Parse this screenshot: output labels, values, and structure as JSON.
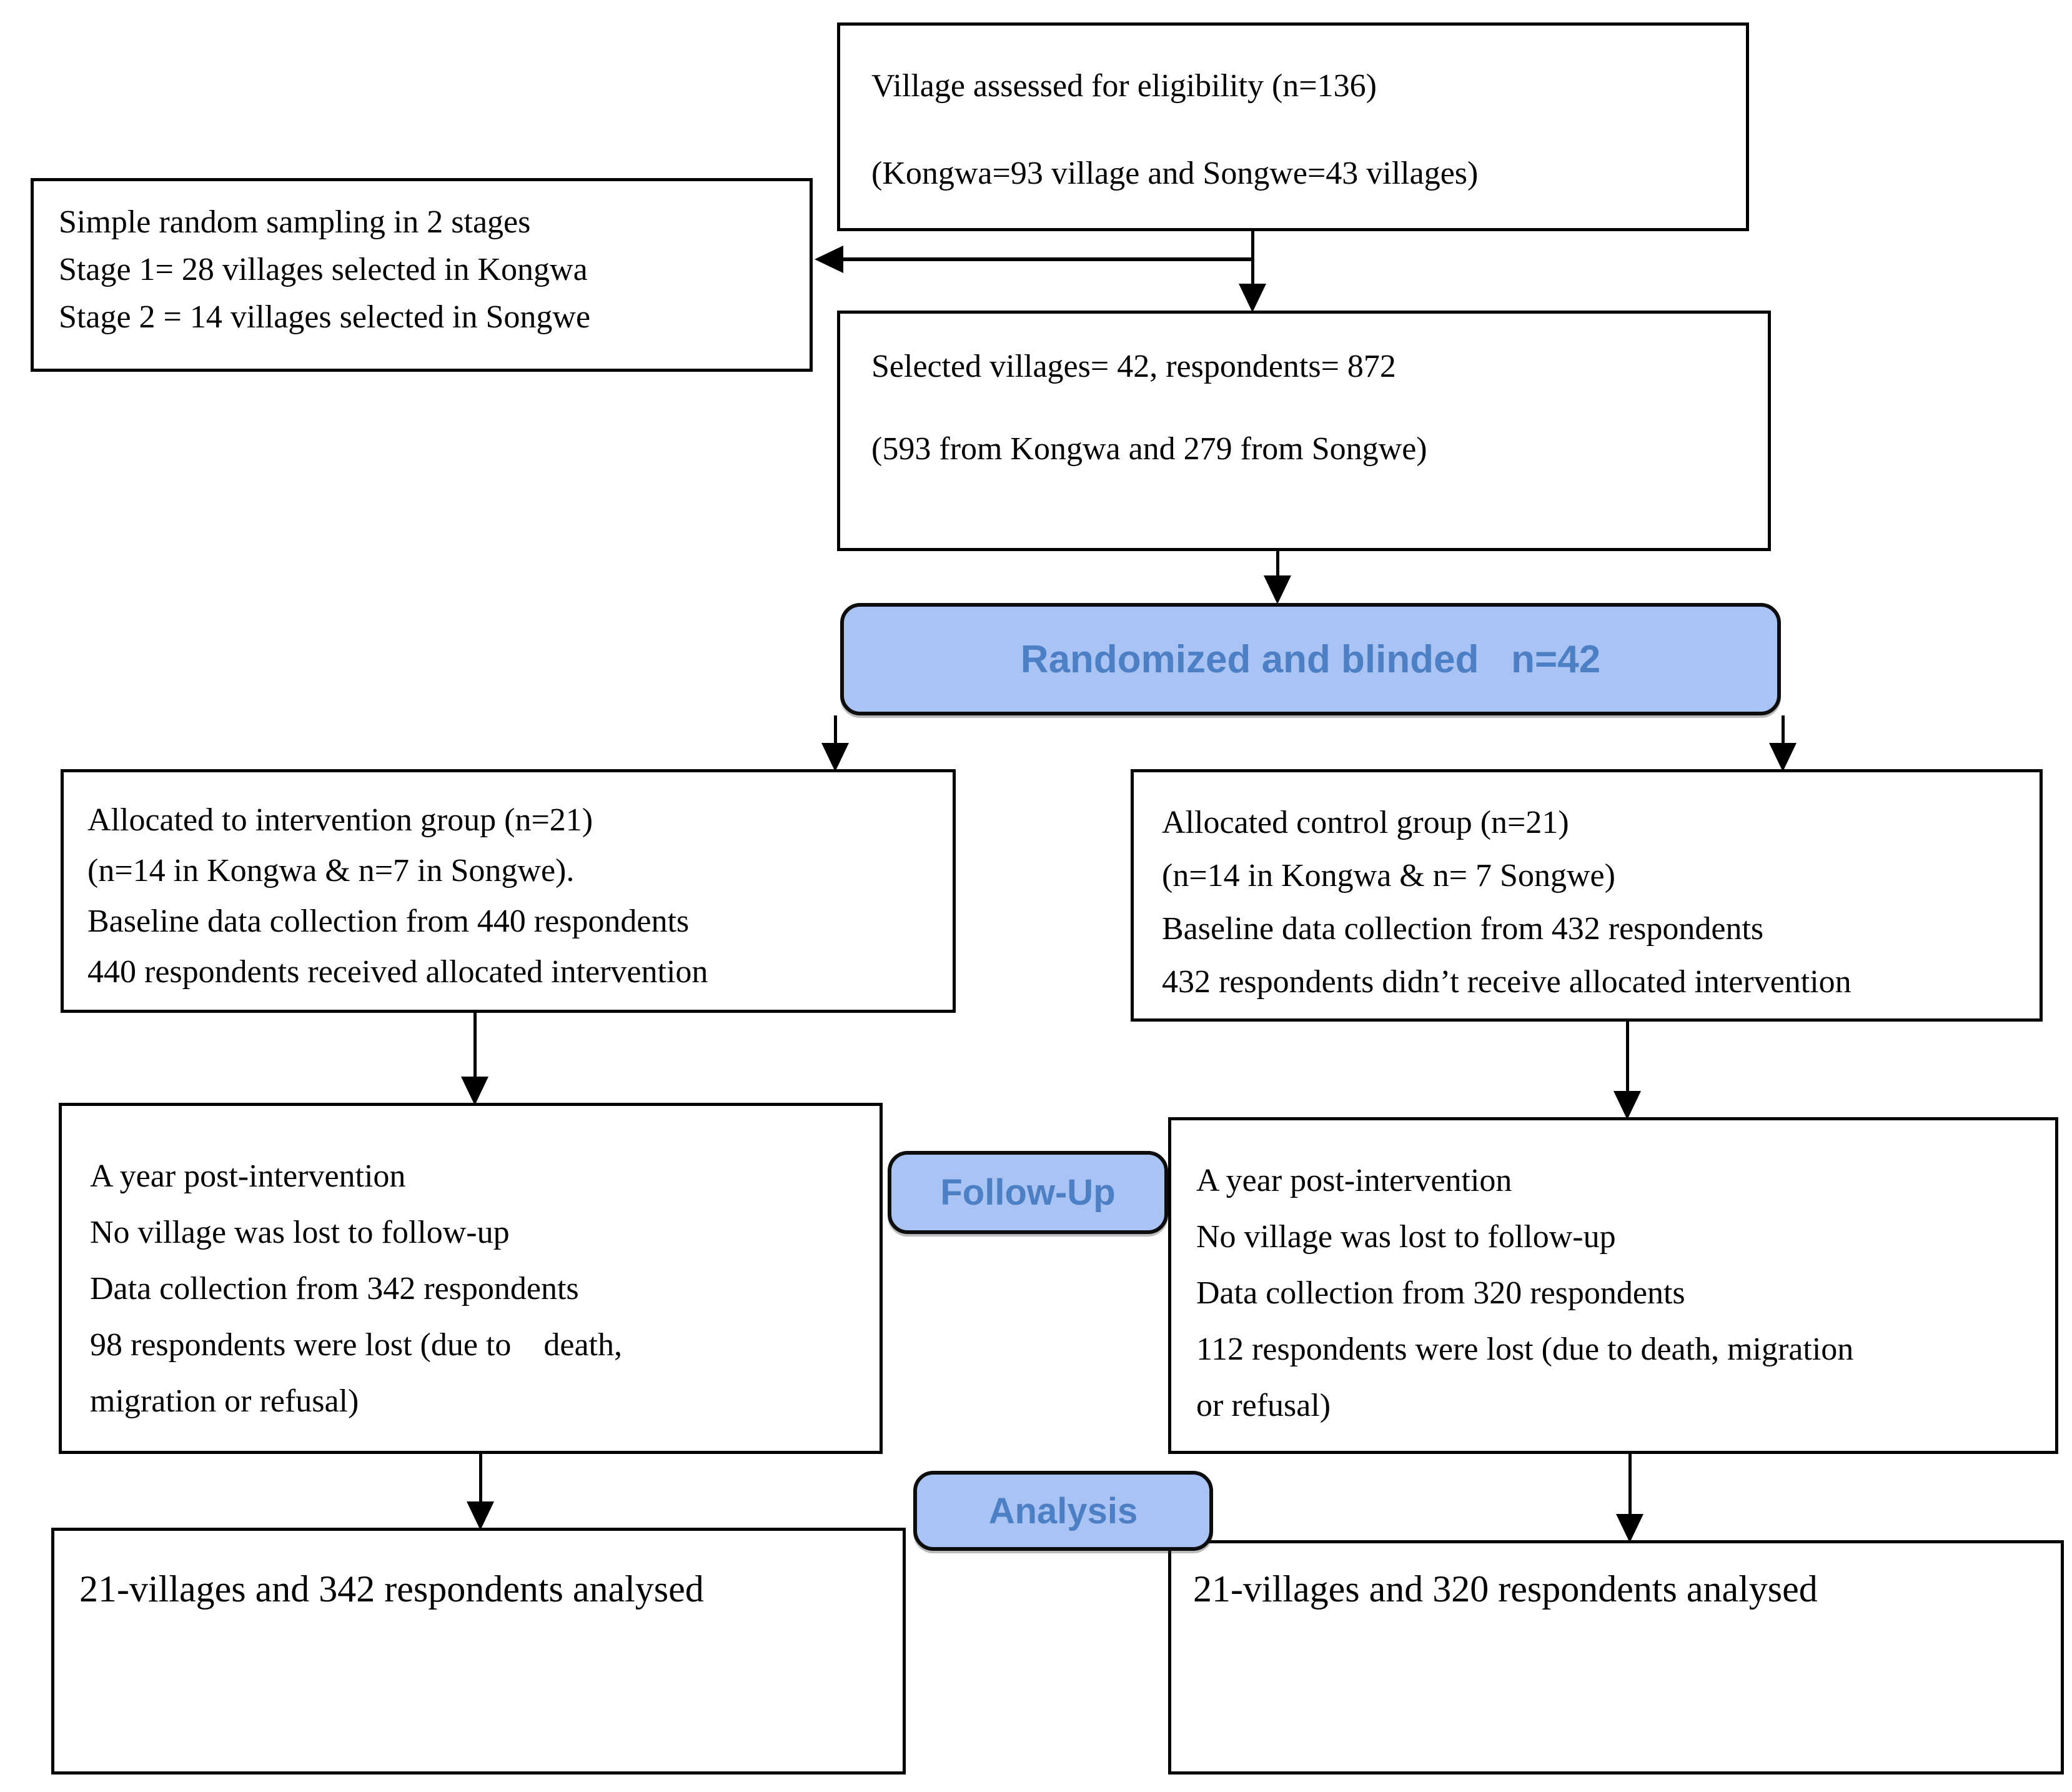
{
  "flow": {
    "eligibility": {
      "lines": [
        "Village assessed for eligibility (n=136)",
        "(Kongwa=93 village and Songwe=43 villages)"
      ]
    },
    "sampling": {
      "lines": [
        "Simple random sampling in 2 stages",
        "Stage 1= 28 villages selected in Kongwa",
        "Stage 2 = 14 villages selected in Songwe"
      ]
    },
    "selected": {
      "lines": [
        "Selected villages= 42, respondents= 872",
        "(593 from Kongwa and 279 from Songwe)"
      ]
    },
    "randomized": {
      "label": "Randomized and blinded   n=42"
    },
    "intervention_allocation": {
      "lines": [
        "Allocated to intervention group (n=21)",
        "(n=14 in Kongwa & n=7 in Songwe).",
        "Baseline data collection from 440 respondents",
        "440 respondents received allocated intervention"
      ]
    },
    "control_allocation": {
      "lines": [
        "Allocated control group (n=21)",
        "(n=14 in Kongwa & n= 7 Songwe)",
        "Baseline data collection from 432 respondents",
        "432 respondents didn’t receive allocated intervention"
      ]
    },
    "followup": {
      "label": "Follow-Up"
    },
    "intervention_followup": {
      "lines": [
        "A year post-intervention",
        "No village was lost to follow-up",
        "Data collection from 342 respondents",
        "98 respondents were lost (due to    death,",
        "migration or refusal)"
      ]
    },
    "control_followup": {
      "lines": [
        "A year post-intervention",
        "No village was lost to follow-up",
        "Data collection from 320 respondents",
        "112 respondents were lost (due to death, migration",
        "or refusal)"
      ]
    },
    "analysis": {
      "label": "Analysis"
    },
    "intervention_analysis": {
      "lines": [
        "21-villages and 342 respondents analysed"
      ]
    },
    "control_analysis": {
      "lines": [
        "21-villages and 320 respondents analysed"
      ]
    }
  },
  "colors": {
    "pill_fill": "#a9c3f5",
    "pill_text": "#4d7fc4",
    "line": "#000000",
    "box_background": "#ffffff"
  }
}
